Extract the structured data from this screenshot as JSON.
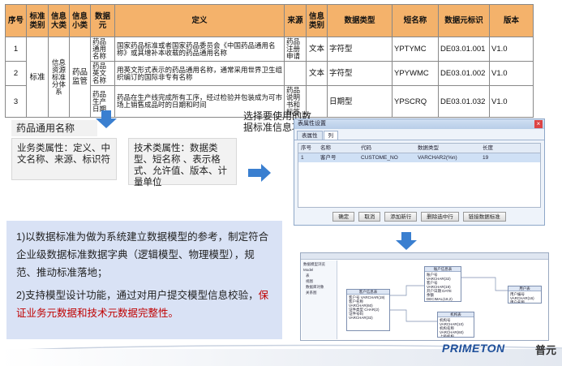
{
  "table": {
    "headers": [
      "序号",
      "标准类别",
      "信息大类",
      "信息小类",
      "数据元",
      "定义",
      "来源",
      "信息类别",
      "数据类型",
      "短名称",
      "数据元标识",
      "版本"
    ],
    "category": "标准",
    "big_class": "信息资源标准分体系",
    "small_class": "药品监管",
    "rows": [
      {
        "no": "1",
        "element": "药品通用名称",
        "definition": "国家药品标准或者国家药品委员会《中国药品通用名称》或其增补本收载的药品通用名称",
        "source": "药品注册申请",
        "info_class": "文本",
        "dtype": "字符型",
        "short": "YPTYMC",
        "id": "DE03.01.001",
        "ver": "V1.0"
      },
      {
        "no": "2",
        "element": "药品英文名称",
        "definition": "用英文形式表示的药品通用名称，通常采用世界卫生组织编订的国际非专有名称",
        "source": "",
        "info_class": "文本",
        "dtype": "字符型",
        "short": "YPYWMC",
        "id": "DE03.01.002",
        "ver": "V1.0"
      },
      {
        "no": "3",
        "element": "药品生产日期",
        "definition": "药品在生产线完成所有工序，经过检验并包装成为可市场上销售成品时的日期和时间",
        "source": "药品说明书和标签",
        "info_class": "",
        "dtype": "日期型",
        "short": "YPSCRQ",
        "id": "DE03.01.032",
        "ver": "V1.0"
      }
    ]
  },
  "label_box": "药品通用名称",
  "business_attr": "业务类属性：定义、中文名称、来源、标识符",
  "tech_attr": "技术类属性：数据类型、短名称 、表示格式、允许值、版本、计量单位",
  "choose_note": "选择要使用的数据标准信息项",
  "dialog": {
    "title": "表属性设置",
    "tabs": [
      "表属性",
      "列"
    ],
    "headers": [
      "序号",
      "名称",
      "代码",
      "数据类型",
      "长度"
    ],
    "row": [
      "1",
      "客户号",
      "CUSTOME_NO",
      "VARCHAR2(%n)",
      "19"
    ],
    "buttons": [
      "确定",
      "取消",
      "添加新行",
      "删除选中行",
      "链接数据标准"
    ]
  },
  "panel": {
    "p1": "1)以数据标准为做为系统建立数据模型的参考，制定符合企业级数据标准数据字典（逻辑模型、物理模型），规范、推动标准落地；",
    "p2_a": "2)支持模型设计功能，通过对用户提交模型信息校验，",
    "p2_b": "保证业务元数据和技术元数据完整性。"
  },
  "model": {
    "tree": [
      "数据模型浏览",
      "Model",
      "表",
      "视图",
      "数据库对象",
      "关系图"
    ],
    "entities": [
      {
        "title": "客户信息表",
        "fields": "客户号 VARCHAR(19)\n客户名称 VARCHAR(60)\n证件类型 CHAR(2)\n证件号码 VARCHAR(32)"
      },
      {
        "title": "账户信息表",
        "fields": "账户号 VARCHAR(32)\n客户号 VARCHAR(19)\n开户日期 DATE\n余额 DECIMAL(18,2)"
      },
      {
        "title": "用户表",
        "fields": "用户编号 VARCHAR(16)\n用户名称 VARCHAR(40)"
      },
      {
        "title": "机构表",
        "fields": "机构号 VARCHAR(10)\n机构名称 VARCHAR(60)\n上级机构 VARCHAR(10)"
      }
    ]
  },
  "brand": "PRIMETON",
  "brand_cn": "普元",
  "colors": {
    "header": "#f4b26b",
    "panel": "#d9e2f5",
    "highlight": "#c00000",
    "arrow": "#3a7fd0",
    "brand": "#1e4f9a"
  }
}
